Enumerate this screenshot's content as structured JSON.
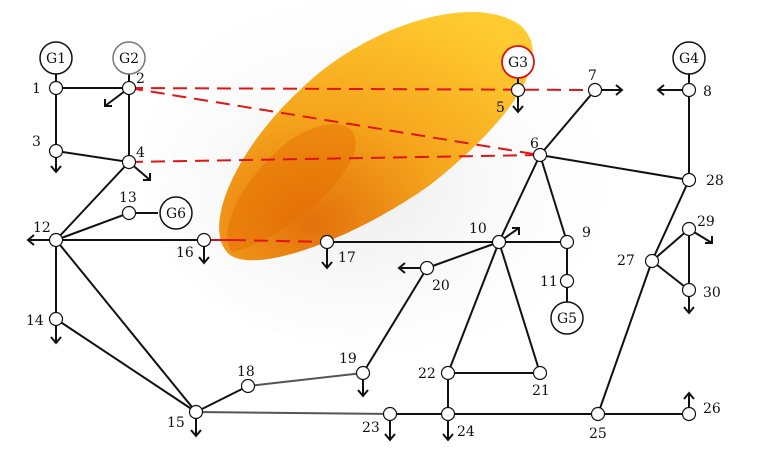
{
  "diagram": {
    "generators": [
      {
        "label": "G1"
      },
      {
        "label": "G2"
      },
      {
        "label": "G3"
      },
      {
        "label": "G4"
      },
      {
        "label": "G5"
      },
      {
        "label": "G6"
      }
    ],
    "buses": [
      "1",
      "2",
      "3",
      "4",
      "5",
      "6",
      "7",
      "8",
      "9",
      "10",
      "11",
      "12",
      "13",
      "14",
      "15",
      "16",
      "17",
      "18",
      "19",
      "20",
      "21",
      "22",
      "23",
      "24",
      "25",
      "26",
      "27",
      "28",
      "29",
      "30"
    ],
    "colors": {
      "line": "#111111",
      "attack_line": "#e01515",
      "plume_inner": "#e06a00",
      "plume_outer": "#ffc21a"
    }
  }
}
